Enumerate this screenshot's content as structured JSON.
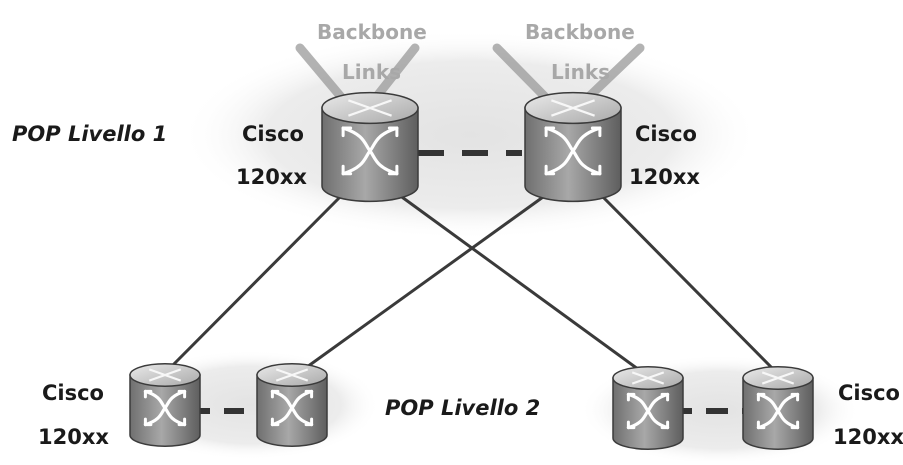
{
  "backbone_left": {
    "line1": "Backbone",
    "line2": "Links"
  },
  "backbone_right": {
    "line1": "Backbone",
    "line2": "Links"
  },
  "pop_level_1": "POP Livello 1",
  "pop_level_2": "POP Livello 2",
  "router_core_left": {
    "line1": "Cisco",
    "line2": "120xx"
  },
  "router_core_right": {
    "line1": "Cisco",
    "line2": "120xx"
  },
  "router_edge_left": {
    "line1": "Cisco",
    "line2": "120xx"
  },
  "router_edge_right": {
    "line1": "Cisco",
    "line2": "120xx"
  },
  "colors": {
    "cloud": "#e6e6e6",
    "link": "#333333",
    "router_body": "#8a8a8a",
    "router_top": "#c9c9c9",
    "label_faded": "#a8a8a8"
  }
}
